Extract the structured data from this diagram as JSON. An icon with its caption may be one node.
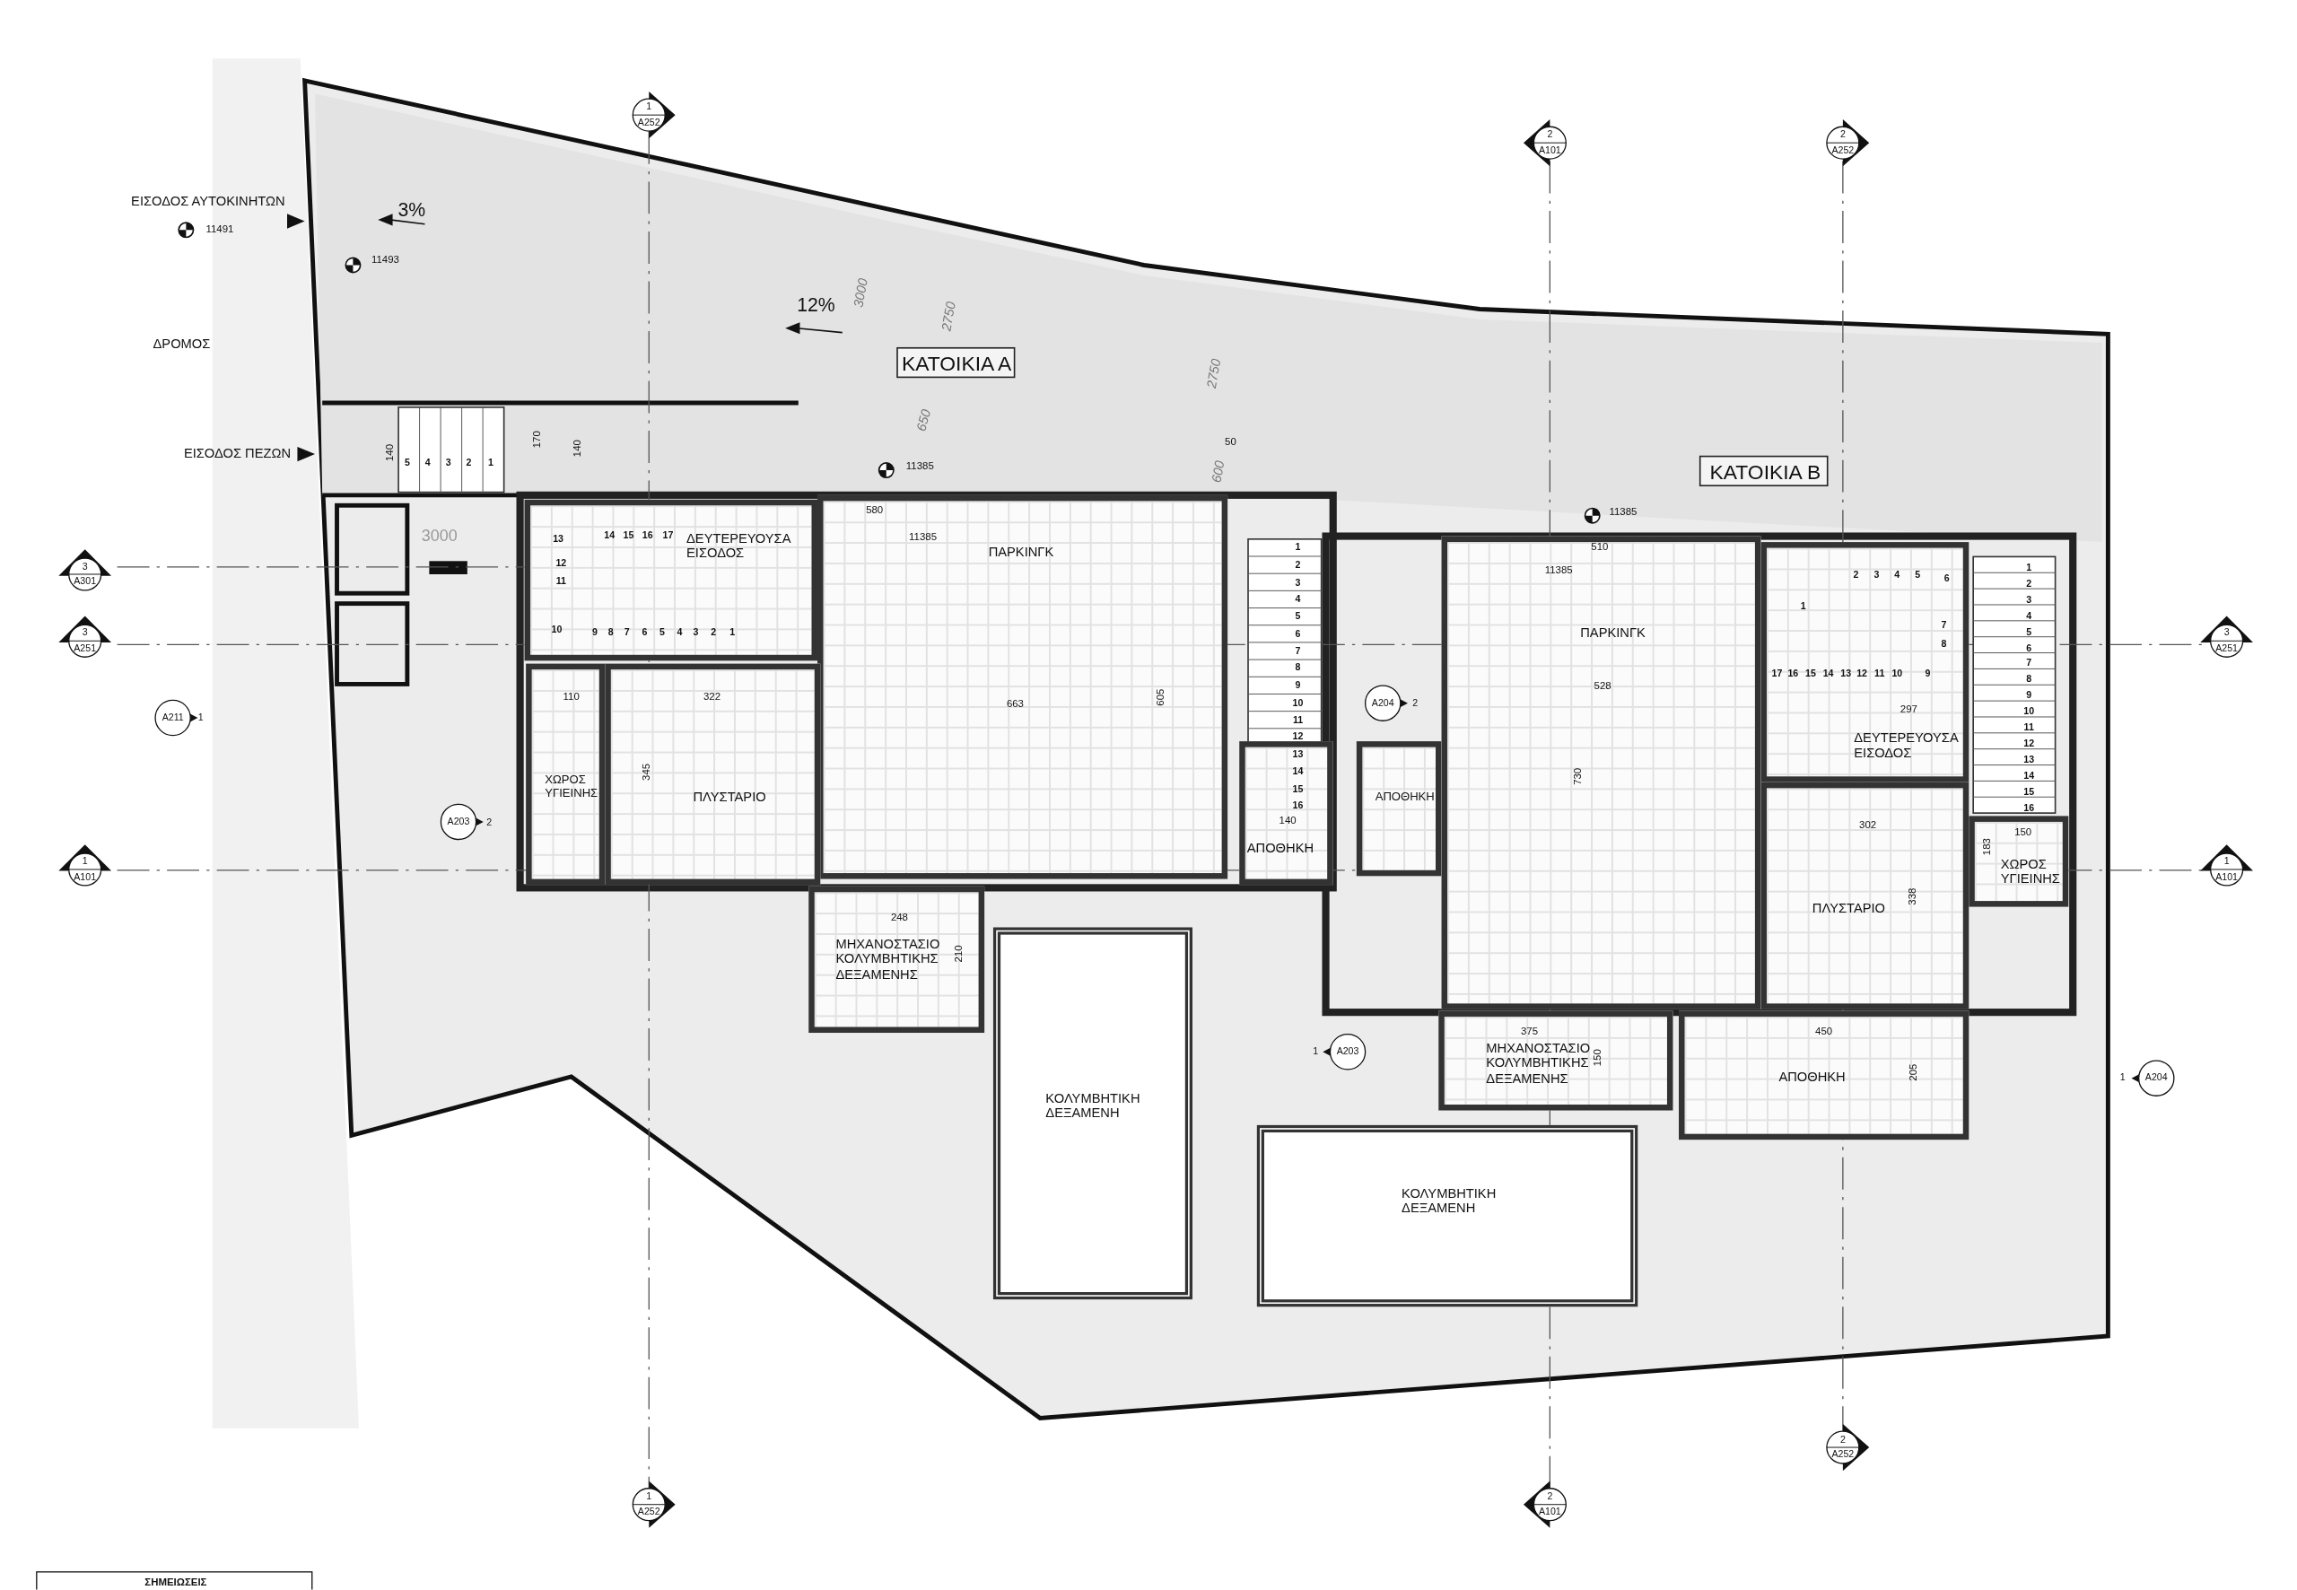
{
  "diagram": {
    "nodes": [
      {
        "text": [
          "ΚΑΤΟΙΚΙΑ Α"
        ]
      },
      {
        "text": [
          "ΚΑΤΟΙΚΙΑ Β"
        ]
      },
      {
        "text": [
          "ΔΕΥΤΕΡΕΥΟΥΣΑ ΕΙΣΟΔΟΣ"
        ]
      },
      {
        "text": [
          "ΠΑΡΚΙΝΓΚ"
        ]
      },
      {
        "text": [
          "ΧΩΡΟΣ ΥΓΙΕΙΝΗΣ"
        ]
      },
      {
        "text": [
          "ΠΛΥΣΤΑΡΙΟ"
        ]
      },
      {
        "text": [
          "ΑΠΟΘΗΚΗ"
        ]
      },
      {
        "text": [
          "ΜΗΧΑΝΟΣΤΑΣΙΟ ΚΟΛΥΜΒΗΤΙΚΗΣ ΔΕΞΑΜΕΝΗΣ"
        ]
      },
      {
        "text": [
          "ΚΟΛΥΜΒΗΤΙΚΗ ΔΕΞΑΜΕΝΗ"
        ]
      },
      {
        "text": [
          "ΑΠΟΘΗΚΗ"
        ]
      },
      {
        "text": [
          "ΠΑΡΚΙΝΓΚ"
        ]
      },
      {
        "text": [
          "ΔΕΥΤΕΡΕΥΟΥΣΑ ΕΙΣΟΔΟΣ"
        ]
      },
      {
        "text": [
          "ΠΛΥΣΤΑΡΙΟ"
        ]
      },
      {
        "text": [
          "ΧΩΡΟΣ ΥΓΙΕΙΝΗΣ"
        ]
      },
      {
        "text": [
          "ΜΗΧΑΝΟΣΤΑΣΙΟ ΚΟΛΥΜΒΗΤΙΚΗΣ ΔΕΞΑΜΕΝΗΣ"
        ]
      },
      {
        "text": [
          "ΑΠΟΘΗΚΗ"
        ]
      },
      {
        "text": [
          "ΚΟΛΥΜΒΗΤΙΚΗ ΔΕΞΑΜΕΝΗ"
        ]
      }
    ],
    "labels": [
      "1",
      "A252",
      "2",
      "A101",
      "2",
      "A252",
      "ΕΙΣΟΔΟΣ ΑΥΤΟΚΙΝΗΤΩΝ",
      "3%",
      "11491",
      "11493",
      "3000",
      "12%",
      "2750",
      "ΔΡΟΜΟΣ",
      "2750",
      "650",
      "ΕΙΣΟΔΟΣ ΠΕΖΩΝ",
      "140",
      "5",
      "4",
      "3",
      "2",
      "1",
      "170",
      "140",
      "50",
      "600",
      "11385",
      "580",
      "11385",
      "3000",
      "11385",
      "3",
      "A301",
      "13",
      "14",
      "15",
      "16",
      "17",
      "12",
      "11",
      "10",
      "9",
      "8",
      "7",
      "6",
      "5",
      "4",
      "3",
      "2",
      "1",
      "1",
      "510",
      "2",
      "3",
      "4",
      "5",
      "6",
      "7",
      "8",
      "9",
      "10",
      "11",
      "12",
      "13",
      "14",
      "15",
      "16",
      "11385",
      "2",
      "3",
      "4",
      "5",
      "6",
      "1",
      "7",
      "8",
      "1",
      "2",
      "3",
      "4",
      "5",
      "6",
      "7",
      "8",
      "9",
      "10",
      "11",
      "12",
      "13",
      "14",
      "15",
      "16",
      "3",
      "A251",
      "3",
      "A251",
      "17",
      "16",
      "15",
      "14",
      "13",
      "12",
      "11",
      "10",
      "9",
      "110",
      "322",
      "663",
      "605",
      "528",
      "A204",
      "2",
      "297",
      "A211",
      "1",
      "345",
      "730",
      "A203",
      "2",
      "140",
      "302",
      "150",
      "183",
      "1",
      "A101",
      "1",
      "A101",
      "338",
      "248",
      "210",
      "375",
      "450",
      "1",
      "A203",
      "150",
      "205",
      "1",
      "A204",
      "2",
      "A252",
      "1",
      "A252",
      "2",
      "A101",
      "ΣΗΜΕΙΩΣΕΙΣ"
    ]
  }
}
